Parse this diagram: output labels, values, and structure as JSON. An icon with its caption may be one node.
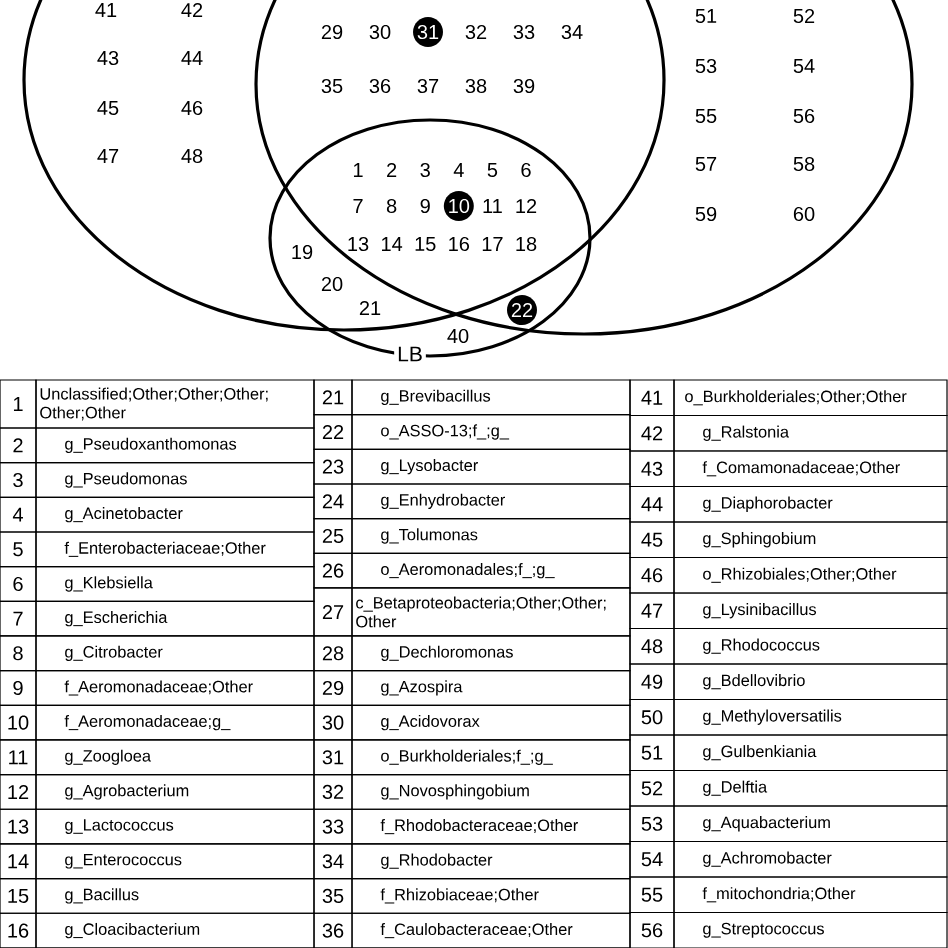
{
  "diagram": {
    "labels": [
      "41",
      "42",
      "29",
      "30",
      "31",
      "32",
      "33",
      "34",
      "51",
      "52",
      "43",
      "44",
      "35",
      "36",
      "37",
      "38",
      "39",
      "53",
      "54",
      "45",
      "46",
      "55",
      "56",
      "47",
      "48",
      "57",
      "58",
      "1",
      "2",
      "3",
      "4",
      "5",
      "6",
      "7",
      "8",
      "9",
      "10",
      "11",
      "12",
      "59",
      "60",
      "13",
      "14",
      "15",
      "16",
      "17",
      "18",
      "19",
      "20",
      "21",
      "22",
      "40",
      "LB",
      "1",
      "Unclassified;Other;Other;Other;Other;Other",
      "21",
      "g_Brevibacillus",
      "41",
      "o_Burkholderiales;Other;Other",
      "2",
      "g_Pseudoxanthomonas",
      "22",
      "o_ASSO-13;f_;g_",
      "42",
      "g_Ralstonia",
      "3",
      "g_Pseudomonas",
      "23",
      "g_Lysobacter",
      "43",
      "f_Comamonadaceae;Other",
      "4",
      "g_Acinetobacter",
      "24",
      "g_Enhydrobacter",
      "44",
      "g_Diaphorobacter",
      "5",
      "f_Enterobacteriaceae;Other",
      "25",
      "g_Tolumonas",
      "45",
      "g_Sphingobium",
      "6",
      "g_Klebsiella",
      "26",
      "o_Aeromonadales;f_;g_",
      "46",
      "o_Rhizobiales;Other;Other",
      "7",
      "g_Escherichia",
      "27",
      "c_Betaproteobacteria;Other;Other;Other",
      "47",
      "g_Lysinibacillus",
      "8",
      "g_Citrobacter",
      "28",
      "g_Dechloromonas",
      "48",
      "g_Rhodococcus",
      "9",
      "f_Aeromonadaceae;Other",
      "29",
      "g_Azospira",
      "49",
      "g_Bdellovibrio",
      "10",
      "f_Aeromonadaceae;g_",
      "30",
      "g_Acidovorax",
      "50",
      "g_Methyloversatilis",
      "11",
      "g_Zoogloea",
      "31",
      "o_Burkholderiales;f_;g_",
      "51",
      "g_Gulbenkiania",
      "12",
      "g_Agrobacterium",
      "32",
      "g_Novosphingobium",
      "52",
      "g_Delftia",
      "13",
      "g_Lactococcus",
      "33",
      "f_Rhodobacteraceae;Other",
      "53",
      "g_Aquabacterium",
      "14",
      "g_Enterococcus",
      "34",
      "g_Rhodobacter",
      "54",
      "g_Achromobacter",
      "15",
      "g_Bacillus",
      "35",
      "f_Rhizobiaceae;Other",
      "55",
      "f_mitochondria;Other",
      "16",
      "g_Cloacibacterium",
      "36",
      "f_Caulobacteraceae;Other",
      "56",
      "g_Streptococcus"
    ]
  }
}
